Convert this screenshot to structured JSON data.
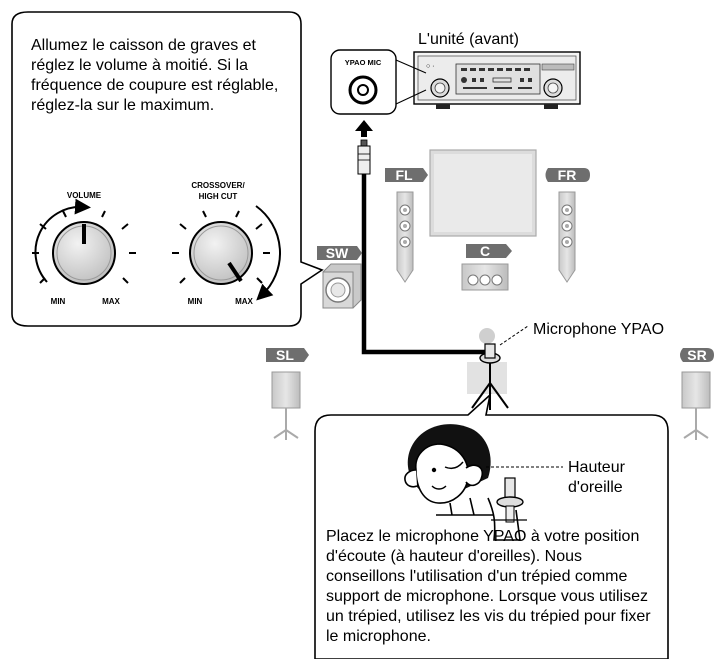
{
  "left_box": {
    "text": "Allumez le caisson de graves et réglez le volume à moitié. Si la fréquence de coupure est réglable, réglez-la sur le maximum."
  },
  "knobs": {
    "volume_label": "VOLUME",
    "crossover_label_line1": "CROSSOVER/",
    "crossover_label_line2": "HIGH CUT",
    "min_label": "MIN",
    "max_label": "MAX"
  },
  "unit": {
    "title": "L'unité (avant)",
    "mic_jack_label": "YPAO MIC"
  },
  "speakers": {
    "fl": "FL",
    "fr": "FR",
    "center": "C",
    "sw": "SW",
    "sl": "SL",
    "sr": "SR"
  },
  "mic_label": "Microphone YPAO",
  "bottom_box": {
    "ear_height_line1": "Hauteur",
    "ear_height_line2": "d'oreille",
    "text": "Placez le microphone YPAO à votre position d'écoute (à hauteur d'oreilles). Nous conseillons l'utilisation d'un trépied comme support de microphone. Lorsque vous utilisez un trépied, utilisez les vis du trépied pour fixer le microphone."
  },
  "colors": {
    "label_badge": "#6e6e6e",
    "speaker_grey": "#d4d4d4",
    "outline": "#000000"
  }
}
